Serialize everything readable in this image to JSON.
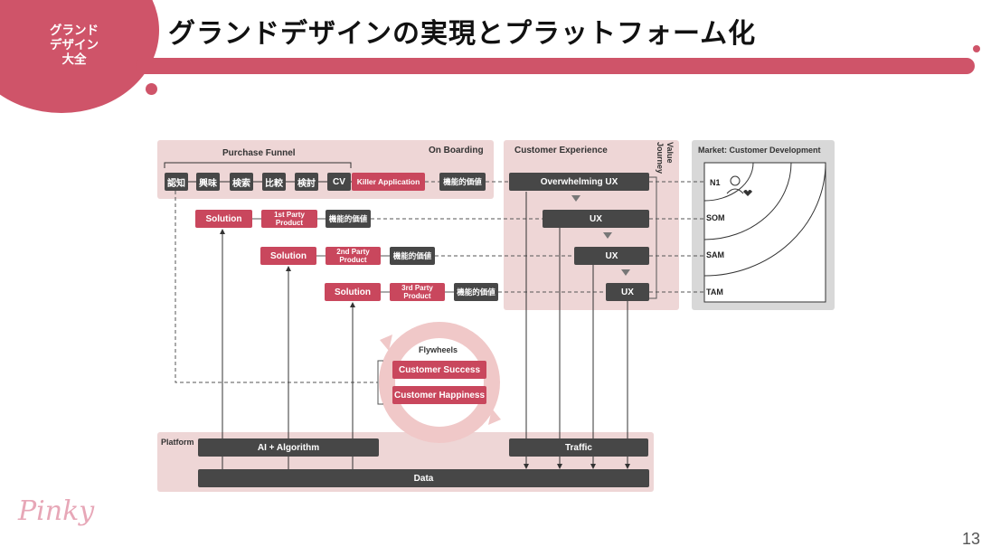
{
  "header": {
    "badge": "グランド\nデザイン\n大全",
    "title": "グランドデザインの実現とプラットフォーム化"
  },
  "page_number": "13",
  "logo_text": "Pinky",
  "diagram": {
    "purchase_funnel_label": "Purchase Funnel",
    "on_boarding_label": "On Boarding",
    "customer_experience_label": "Customer Experience",
    "value_journey_label": "Value\nJourney",
    "market_label": "Market: Customer Development",
    "platform_label": "Platform",
    "flywheels_label": "Flywheels",
    "funnel_steps": [
      "認知",
      "興味",
      "検索",
      "比較",
      "検討",
      "CV"
    ],
    "killer_app": "Killer Application",
    "functional_value": "機能的価値",
    "overwhelming_ux": "Overwhelming UX",
    "ux": "UX",
    "solution": "Solution",
    "products": [
      "1st Party\nProduct",
      "2nd Party\nProduct",
      "3rd Party\nProduct"
    ],
    "customer_success": "Customer Success",
    "customer_happiness": "Customer Happiness",
    "ai_algorithm": "AI + Algorithm",
    "traffic": "Traffic",
    "data": "Data",
    "market_levels": [
      "N1",
      "SOM",
      "SAM",
      "TAM"
    ]
  }
}
